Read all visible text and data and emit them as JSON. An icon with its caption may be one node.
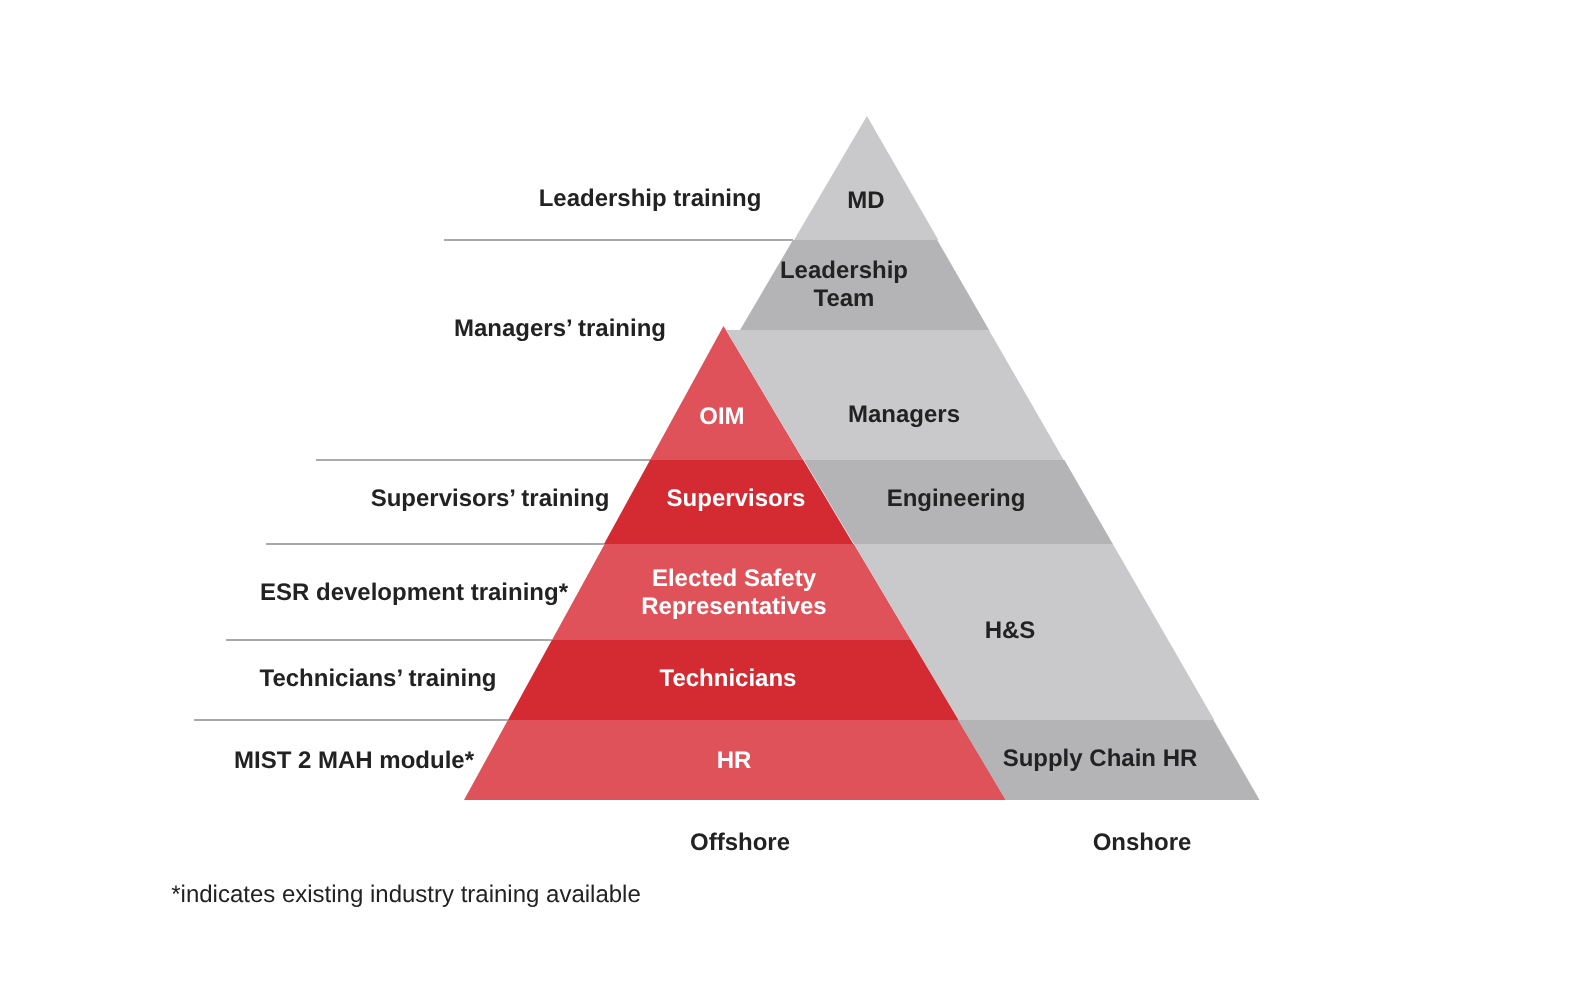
{
  "diagram": {
    "nodes": [
      {
        "text": [
          "MD"
        ]
      },
      {
        "text": [
          "Leadership Team"
        ]
      },
      {
        "text": [
          "OIM"
        ]
      },
      {
        "text": [
          "Managers"
        ]
      },
      {
        "text": [
          "Supervisors"
        ]
      },
      {
        "text": [
          "Engineering"
        ]
      },
      {
        "text": [
          "Elected Safety Representatives"
        ]
      },
      {
        "text": [
          "H&S"
        ]
      },
      {
        "text": [
          "Technicians"
        ]
      },
      {
        "text": [
          "HR"
        ]
      },
      {
        "text": [
          "Supply Chain HR"
        ]
      }
    ],
    "labels": [
      "Leadership training",
      "Managers’ training",
      "Supervisors’ training",
      "ESR development training*",
      "Technicians’ training",
      "MIST 2 MAH module*",
      "Offshore",
      "Onshore",
      "*indicates existing industry training available"
    ]
  }
}
